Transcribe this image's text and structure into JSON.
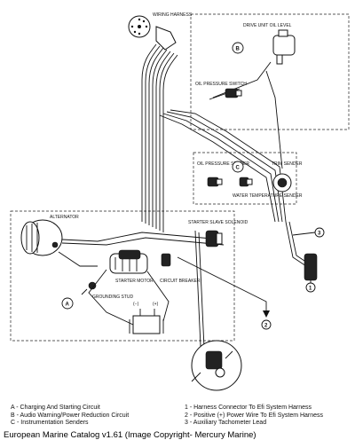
{
  "diagram": {
    "labels": {
      "wiring_harness": "WIRING HARNESS",
      "drive_unit_oil_level": "DRIVE UNIT OIL LEVEL",
      "oil_pressure_switch": "OIL PRESSURE SWITCH",
      "oil_pressure_sender": "OIL PRESSURE SENDER",
      "water_temperature_sender": "WATER TEMPERATURE SENDER",
      "trim_sender": "TRIM SENDER",
      "alternator": "ALTERNATOR",
      "starter_slave_solenoid": "STARTER SLAVE SOLENOID",
      "starter_motor": "STARTER MOTOR",
      "circuit_breaker": "CIRCUIT BREAKER",
      "grounding_stud": "GROUNDING STUD"
    },
    "section_markers": {
      "a": "A",
      "b": "B",
      "c": "C"
    },
    "callouts": {
      "one": "1",
      "two": "2",
      "three": "3"
    },
    "battery": {
      "neg": "(−)",
      "pos": "(+)"
    }
  },
  "legend": {
    "left": [
      "A - Charging And Starting Circuit",
      "B - Audio Warning/Power Reduction Circuit",
      "C - Instrumentation Senders"
    ],
    "right": [
      "1 - Harness Connector To Efi System Harness",
      "2 - Positive (+) Power Wire To Efi System Harness",
      "3 - Auxiliary Tachometer Lead"
    ]
  },
  "caption": "European Marine Catalog v1.61 (Image Copyright- Mercury Marine)"
}
